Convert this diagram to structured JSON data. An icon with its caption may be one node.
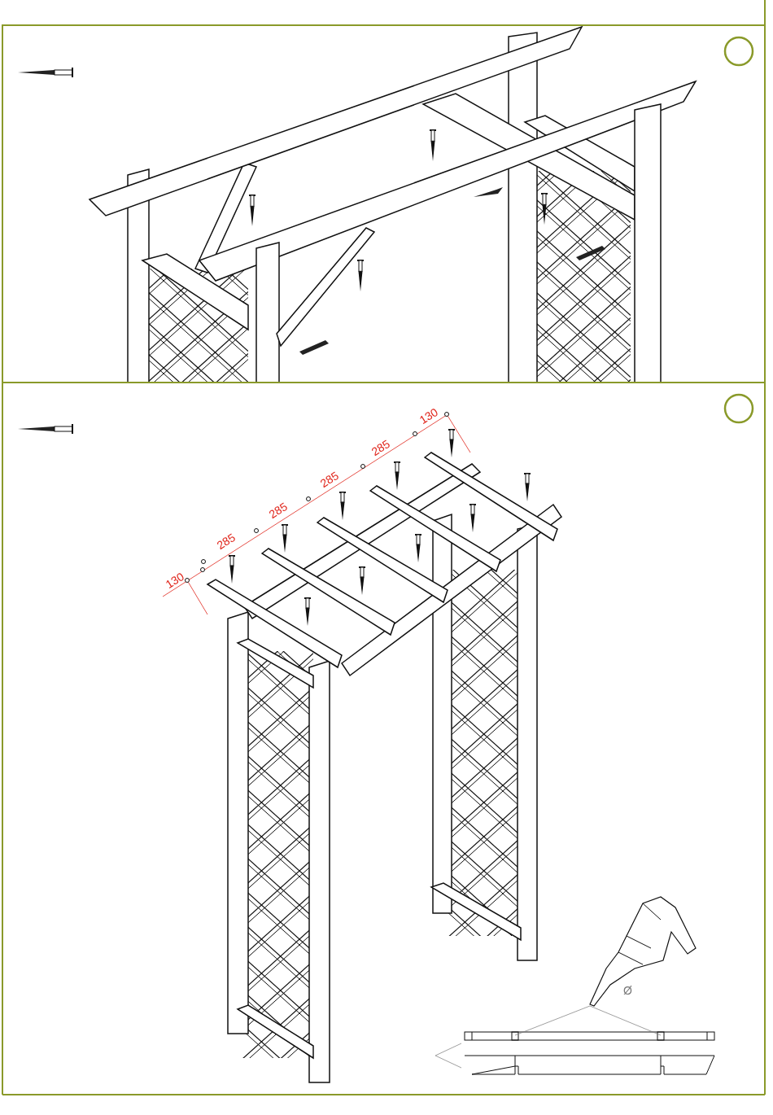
{
  "diagram": {
    "labels": [
      "130",
      "285",
      "285",
      "285",
      "285",
      "130",
      "Ø"
    ]
  }
}
